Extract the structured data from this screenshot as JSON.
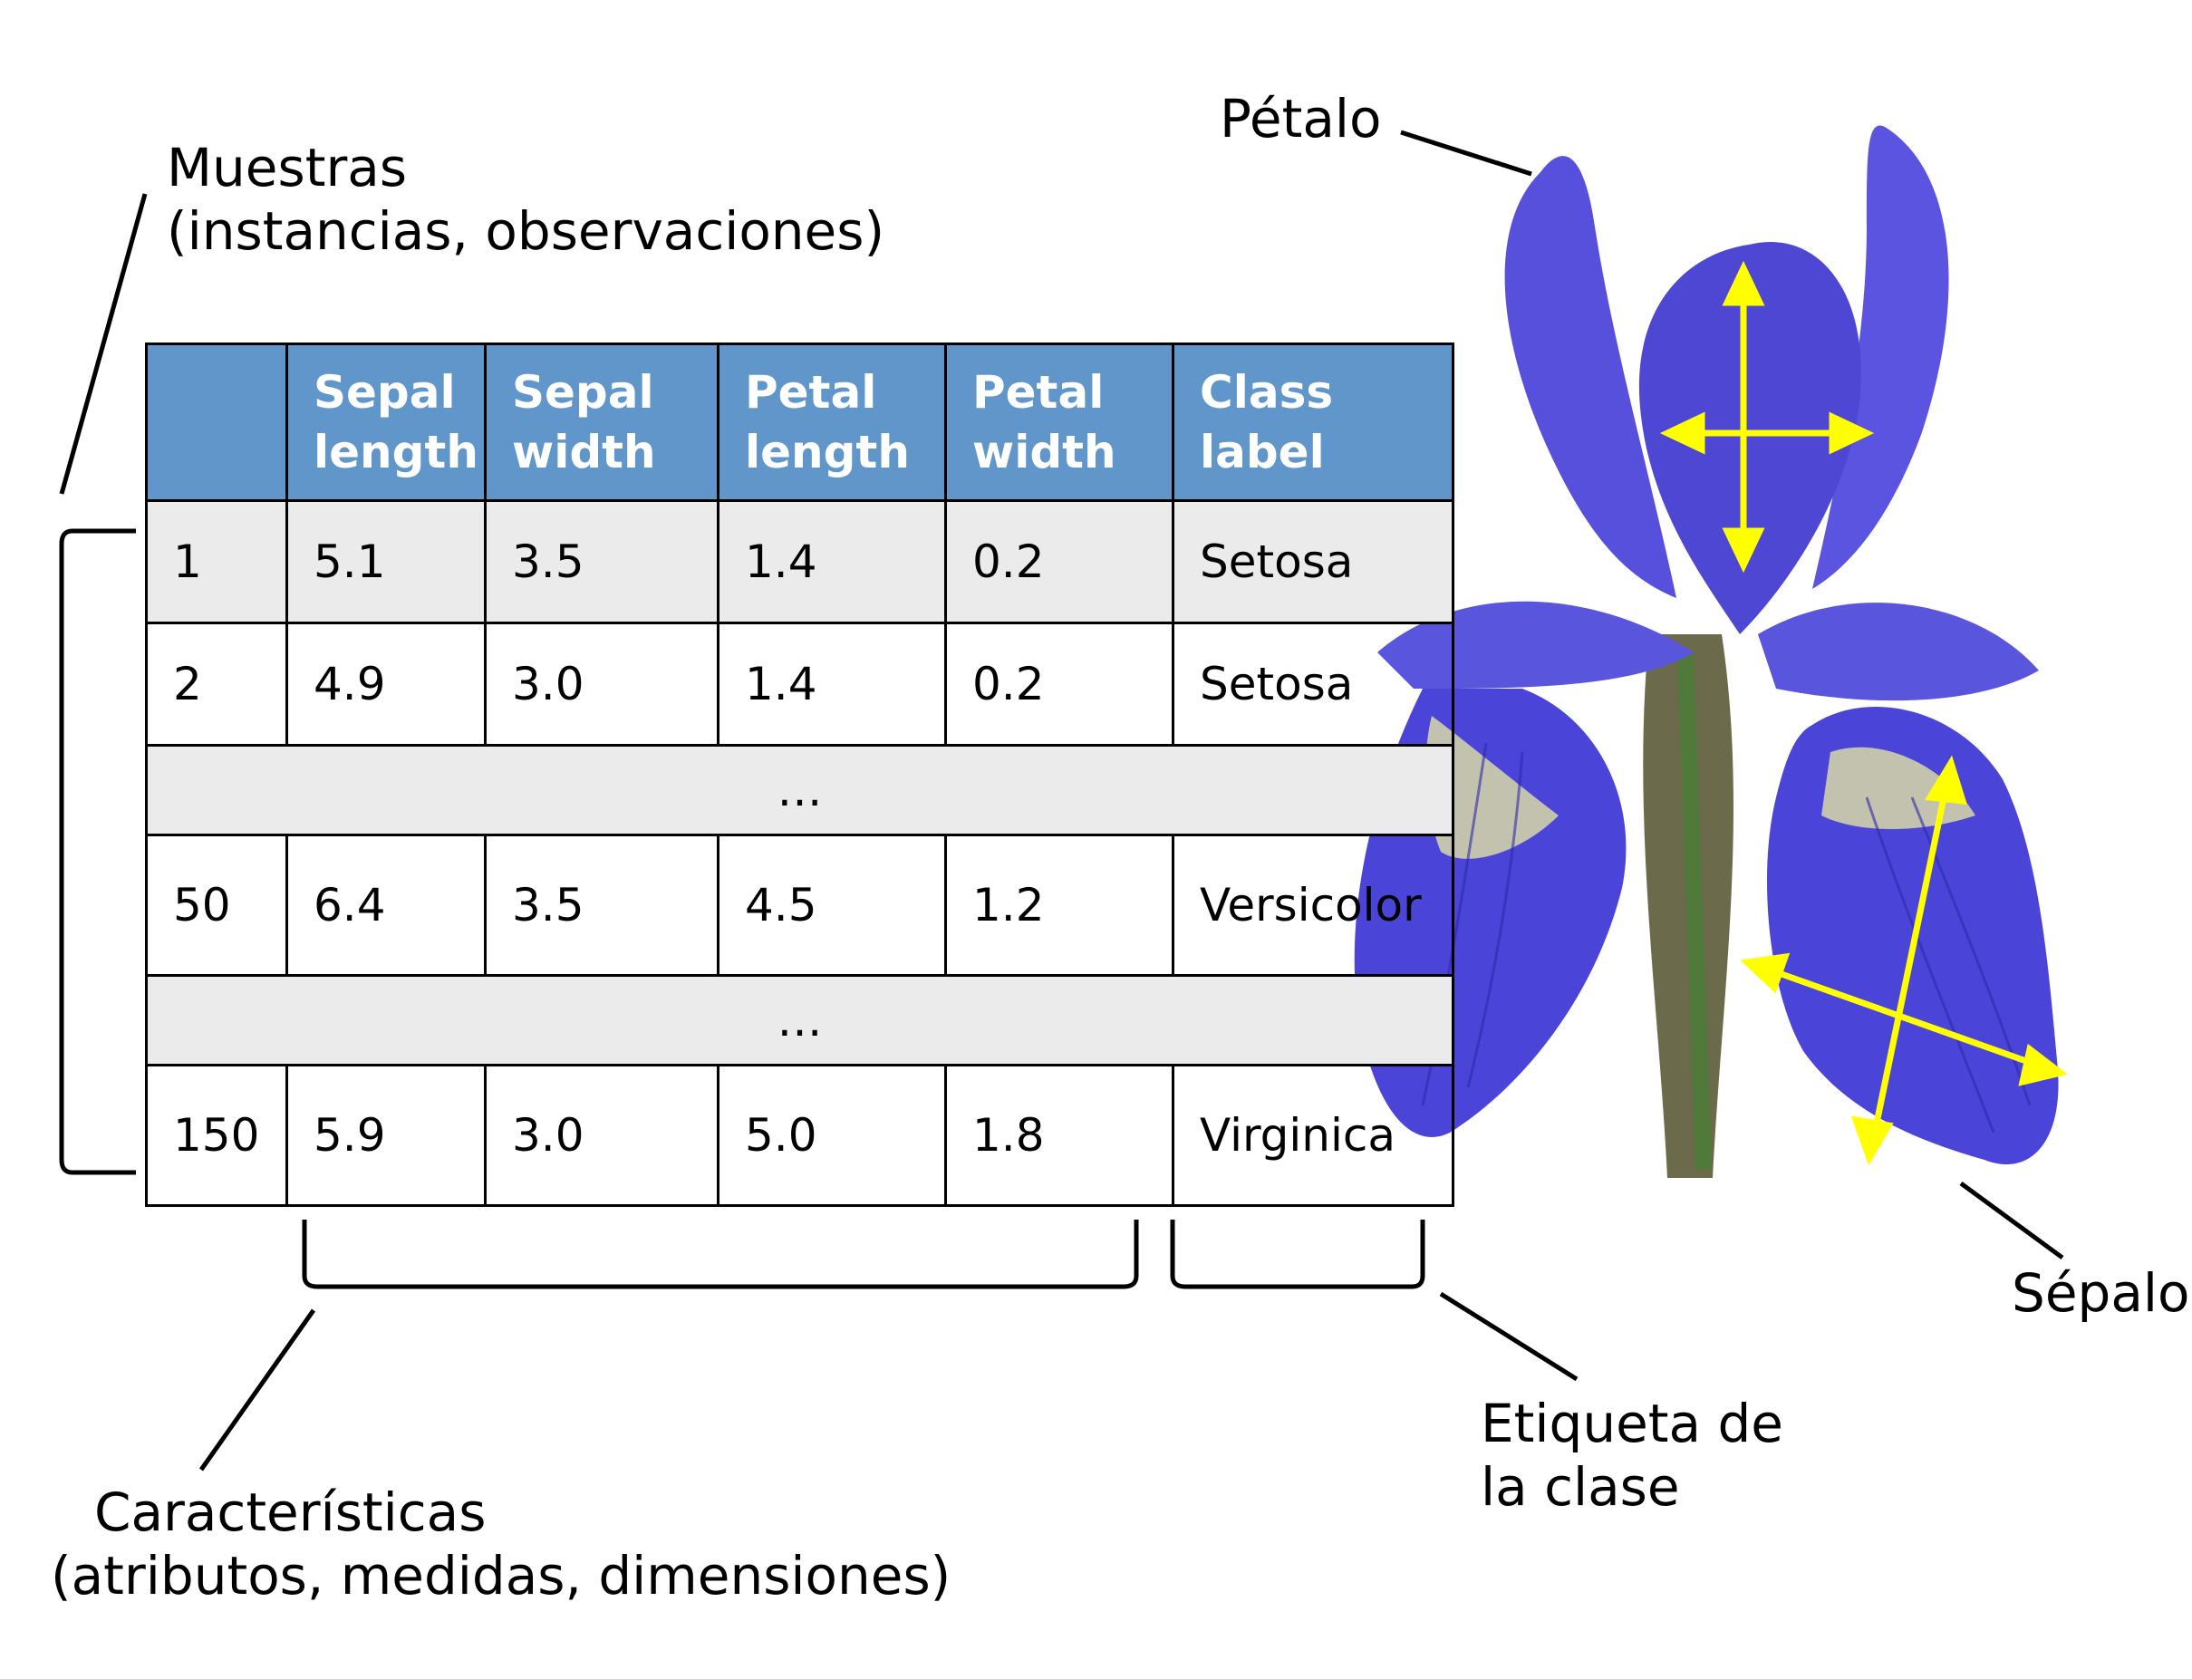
{
  "labels": {
    "samples_line1": "Muestras",
    "samples_line2": "(instancias, observaciones)",
    "petal": "Pétalo",
    "sepal": "Sépalo",
    "class_line1": "Etiqueta de",
    "class_line2": "la clase",
    "features_line1": "Características",
    "features_line2": "(atributos, medidas, dimensiones)"
  },
  "table": {
    "headers": [
      {
        "line1": "",
        "line2": ""
      },
      {
        "line1": "Sepal",
        "line2": "length"
      },
      {
        "line1": "Sepal",
        "line2": "width"
      },
      {
        "line1": "Petal",
        "line2": "length"
      },
      {
        "line1": "Petal",
        "line2": "width"
      },
      {
        "line1": "Class",
        "line2": "label"
      }
    ],
    "rows": [
      [
        "1",
        "5.1",
        "3.5",
        "1.4",
        "0.2",
        "Setosa"
      ],
      [
        "2",
        "4.9",
        "3.0",
        "1.4",
        "0.2",
        "Setosa"
      ],
      [
        "…"
      ],
      [
        "50",
        "6.4",
        "3.5",
        "4.5",
        "1.2",
        "Versicolor"
      ],
      [
        "…"
      ],
      [
        "150",
        "5.9",
        "3.0",
        "5.0",
        "1.8",
        "Virginica"
      ]
    ]
  },
  "colors": {
    "header_bg": "#6096c9",
    "row_shade": "#ebebeb",
    "petal_blue": "#4a45d8",
    "arrow_yellow": "#ffff00"
  }
}
